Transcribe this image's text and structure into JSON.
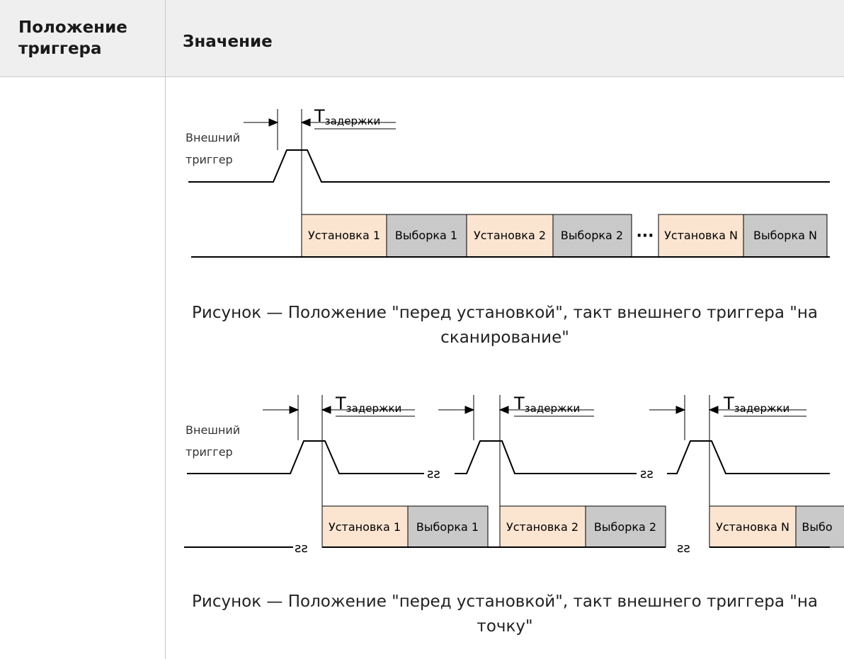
{
  "table": {
    "headers": [
      "Положение триггера",
      "Значение"
    ],
    "header_col1_lines": [
      "Положение",
      "триггера"
    ],
    "header_col2": "Значение"
  },
  "figure1": {
    "signal_label": [
      "Внешний",
      "триггер"
    ],
    "delay_label": "T",
    "delay_subscript": "задержки",
    "blocks": [
      "Установка 1",
      "Выборка 1",
      "Установка 2",
      "Выборка 2",
      "Установка N",
      "Выборка N"
    ],
    "ellipsis": "···",
    "caption": "Рисунок — Положение \"перед установкой\", такт внешнего триггера \"на сканирование\""
  },
  "figure2": {
    "signal_label": [
      "Внешний",
      "триггер"
    ],
    "delay_label": "T",
    "delay_subscript": "задержки",
    "blocks": [
      "Установка 1",
      "Выборка 1",
      "Установка 2",
      "Выборка 2",
      "Установка N",
      "Выбо"
    ],
    "break_mark": "ƨƨ",
    "caption": "Рисунок — Положение \"перед установкой\", такт внешнего триггера \"на точку\""
  },
  "colors": {
    "header_bg": "#efefef",
    "setup_block": "#fbe5d1",
    "sample_block": "#c9c9c9",
    "grid": "#c9c9c9"
  }
}
